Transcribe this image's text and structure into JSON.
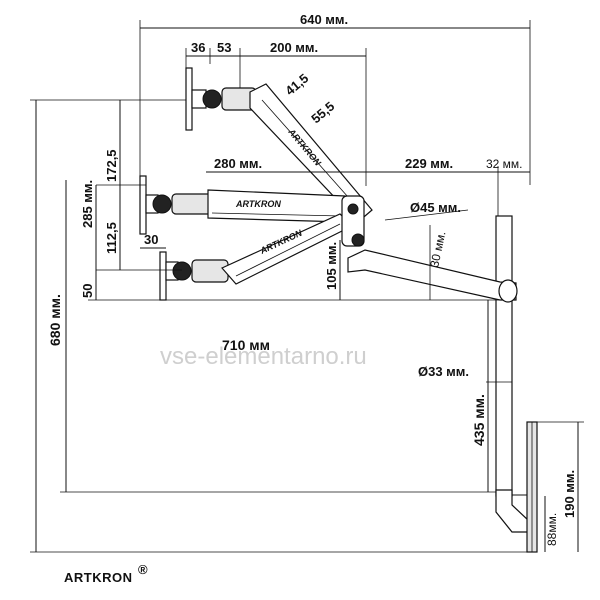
{
  "dimensions": {
    "width_top": "640 мм.",
    "d36": "36",
    "d53": "53",
    "d200": "200 мм.",
    "d41_5": "41,5",
    "d55_5": "55,5",
    "d280": "280 мм.",
    "d229": "229 мм.",
    "d32": "32 мм.",
    "d45": "Ø45 мм.",
    "d30deg": "30 мм.",
    "d172_5": "172,5",
    "d285": "285 мм.",
    "d112_5": "112,5",
    "d30": "30",
    "d50": "50",
    "d105": "105 мм.",
    "d680": "680 мм.",
    "d710": "710 мм",
    "d33": "Ø33 мм.",
    "d435": "435 мм.",
    "d190": "190 мм.",
    "d88": "88мм."
  },
  "arm_labels": {
    "upper_arm": "ARTKRON",
    "middle_arm": "ARTKRON",
    "lower_arm": "ARTKRON"
  },
  "watermark": "vse-elementarno.ru",
  "brand": {
    "name": "ARTKRON",
    "mark": "®"
  }
}
